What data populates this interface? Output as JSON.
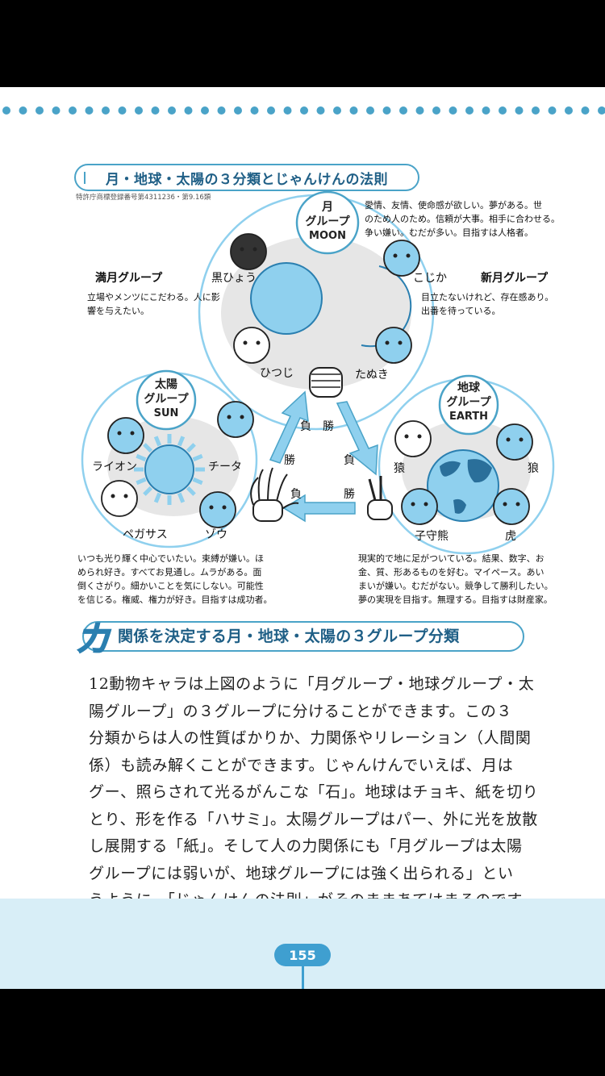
{
  "title": "月・地球・太陽の３分類とじゃんけんの法則",
  "trademark": "特許庁商標登録番号第4311236・第9.16類",
  "moon": {
    "group_label_top": "月",
    "group_label_mid": "グループ",
    "group_label_en": "MOON",
    "description": [
      "愛情、友情、使命感が欲しい。夢がある。世",
      "のため人のため。信頼が大事。相手に合わせる。",
      "争い嫌い。むだが多い。目指すは人格者。"
    ],
    "full_moon": "満月グループ",
    "full_moon_desc": [
      "立場やメンツにこだわる。人に影",
      "響を与えたい。"
    ],
    "new_moon": "新月グループ",
    "new_moon_desc": [
      "目立たないけれど、存在感あり。",
      "出番を待っている。"
    ],
    "animals": [
      "黒ひょう",
      "こじか",
      "ひつじ",
      "たぬき"
    ]
  },
  "sun": {
    "group_label_top": "太陽",
    "group_label_mid": "グループ",
    "group_label_en": "SUN",
    "animals": [
      "ライオン",
      "チータ",
      "ペガサス",
      "ゾウ"
    ],
    "description": [
      "いつも光り輝く中心でいたい。束縛が嫌い。ほ",
      "められ好き。すべてお見通し。ムラがある。面",
      "倒くさがり。細かいことを気にしない。可能性",
      "を信じる。権威、権力が好き。目指すは成功者。"
    ]
  },
  "earth": {
    "group_label_top": "地球",
    "group_label_mid": "グループ",
    "group_label_en": "EARTH",
    "animals": [
      "猿",
      "狼",
      "子守熊",
      "虎"
    ],
    "description": [
      "現実的で地に足がついている。結果、数字、お",
      "金、質、形あるものを好む。マイペース。あい",
      "まいが嫌い。むだがない。競争して勝利したい。",
      "夢の実現を目指す。無理する。目指すは財産家。"
    ]
  },
  "rps": {
    "win": "勝",
    "lose": "負"
  },
  "heading": {
    "kanji": "力",
    "text": "関係を決定する月・地球・太陽の３グループ分類"
  },
  "body": [
    "12動物キャラは上図のように「月グループ・地球グループ・太",
    "陽グループ」の３グループに分けることができます。この３",
    "分類からは人の性質ばかりか、力関係やリレーション（人間関",
    "係）も読み解くことができます。じゃんけんでいえば、月は",
    "グー、照らされて光るがんこな「石」。地球はチョキ、紙を切り",
    "とり、形を作る「ハサミ」。太陽グループはパー、外に光を放散",
    "し展開する「紙」。そして人の力関係にも「月グループは太陽",
    "グループには弱いが、地球グループには強く出られる」とい",
    "うように、「じゃんけんの法則」がそのままあてはまるのです。"
  ],
  "page_number": "155",
  "colors": {
    "accent": "#4aa3c8",
    "fill": "#8fd0ee",
    "footer": "#d8eef7"
  }
}
